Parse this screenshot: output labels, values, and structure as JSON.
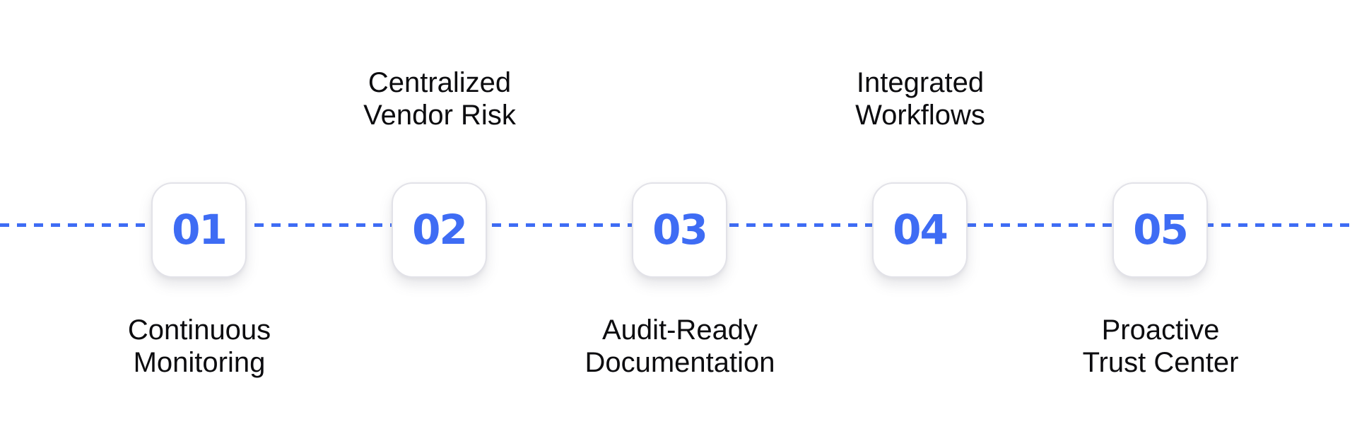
{
  "diagram": {
    "steps": [
      {
        "number": "01",
        "label": "Continuous Monitoring",
        "label_lines": [
          "Continuous",
          "Monitoring"
        ],
        "label_position": "below"
      },
      {
        "number": "02",
        "label": "Centralized Vendor Risk",
        "label_lines": [
          "Centralized",
          "Vendor Risk"
        ],
        "label_position": "above"
      },
      {
        "number": "03",
        "label": "Audit-Ready Documentation",
        "label_lines": [
          "Audit-Ready",
          "Documentation"
        ],
        "label_position": "below"
      },
      {
        "number": "04",
        "label": "Integrated Workflows",
        "label_lines": [
          "Integrated",
          "Workflows"
        ],
        "label_position": "above"
      },
      {
        "number": "05",
        "label": "Proactive Trust Center",
        "label_lines": [
          "Proactive",
          "Trust Center"
        ],
        "label_position": "below"
      }
    ],
    "colors": {
      "accent": "#3E6CF4",
      "box_border": "#E2E2E8",
      "box_background": "#FFFFFF",
      "label_text": "#0C0C0F",
      "background": "#FFFFFF"
    }
  }
}
